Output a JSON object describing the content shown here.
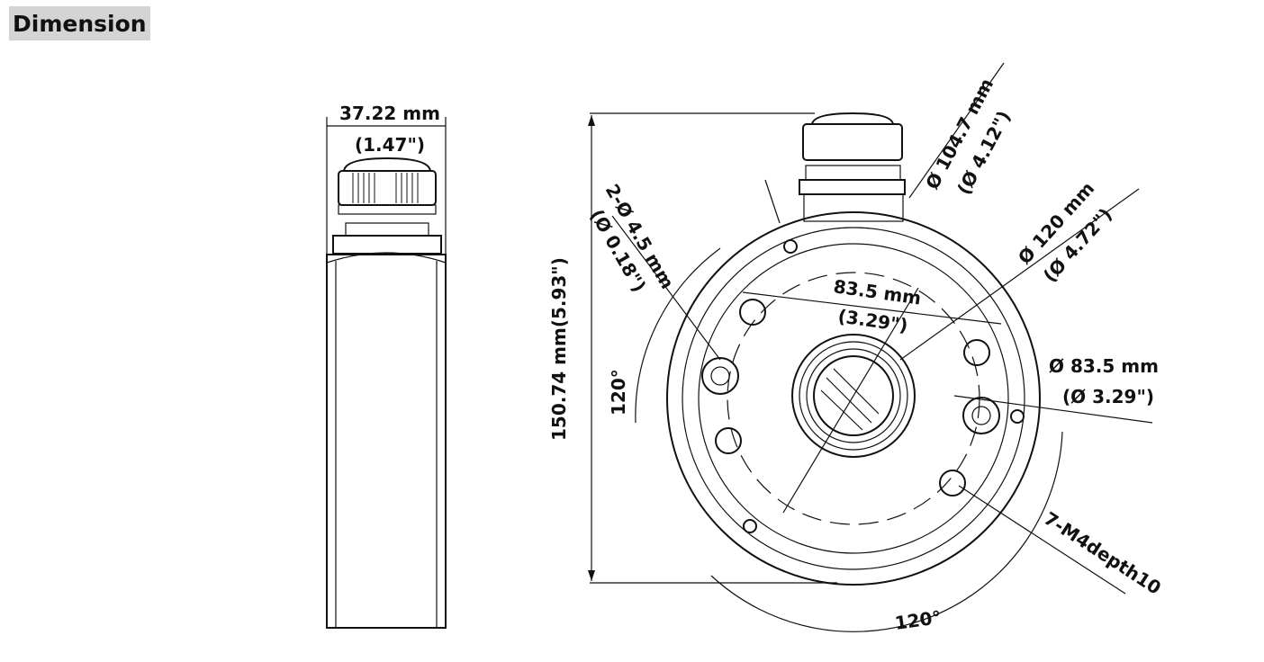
{
  "heading": "Dimension",
  "side_view": {
    "width_mm": "37.22 mm",
    "width_in": "(1.47\")"
  },
  "front_view": {
    "height": "150.74 mm(5.93\")",
    "hole": "2-Ø 4.5 mm",
    "hole_in": "(Ø 0.18\")",
    "d104": "Ø 104.7 mm",
    "d104_in": "(Ø 4.12\")",
    "d120": "Ø 120 mm",
    "d120_in": "(Ø 4.72\")",
    "span": "83.5 mm",
    "span_in": "(3.29\")",
    "d83": "Ø 83.5 mm",
    "d83_in": "(Ø 3.29\")",
    "angle_left": "120°",
    "angle_bottom": "120°",
    "screws": "7-M4depth10"
  }
}
